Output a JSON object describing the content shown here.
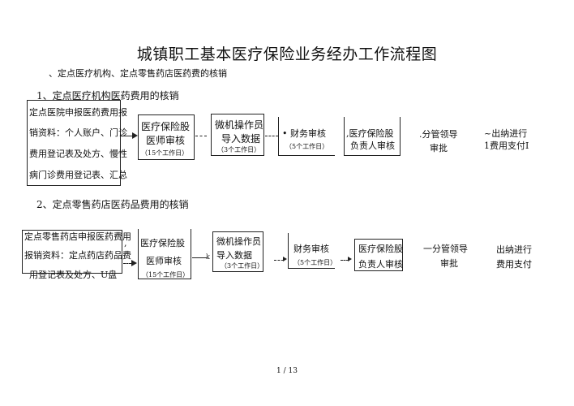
{
  "doc": {
    "title": "城镇职工基本医疗保险业务经办工作流程图",
    "section1": "、定点医疗机构、定点零售药店医药费的核销",
    "page": "1 / 13"
  },
  "flow1": {
    "heading": "1、定点医疗机构医药费用的核销",
    "material": [
      "定点医院申报医药费用报",
      "销资料：个人账户、门诊",
      "费用登记表及处方、慢性",
      "病门诊费用登记表、汇总"
    ],
    "step1": {
      "line1": "医疗保险股",
      "line2": "医师审核",
      "days": "（15个工作日）"
    },
    "step2": {
      "line1": "微机操作员",
      "line2": "导入数据",
      "days": "（3个工作日）"
    },
    "step3": {
      "line1": "• 财务审核",
      "days": "（5个工作日）"
    },
    "step4": {
      "line1": ",医疗保险股",
      "line2": "负责人审核"
    },
    "step5": {
      "line1": ".分管领导",
      "line2": "审批"
    },
    "step6": {
      "line1": "~出纳进行",
      "line2": "1费用支付I"
    }
  },
  "flow2": {
    "heading": "2、定点零售药店医药品费用的核销",
    "material": [
      "定点零售药店申报医药费用",
      "报销资料：定点药店药品费",
      "用登记表及处方、U盘"
    ],
    "comma": ",",
    "step1": {
      "line1": "医疗保险股",
      "line2": "医师审核",
      "days": "（15个工作日）"
    },
    "step2": {
      "line1": "微机操作员",
      "line2": "导入数据",
      "days": "（3个工作日）"
    },
    "step3": {
      "line1": "财务审核",
      "days": "（5个工作日）"
    },
    "step4": {
      "line1": "医疗保险股",
      "line2": "负责人审核"
    },
    "step5": {
      "line1": "一分管领导",
      "line2": "审批"
    },
    "step6": {
      "line1": "出纳进行",
      "line2": "费用支付"
    }
  }
}
